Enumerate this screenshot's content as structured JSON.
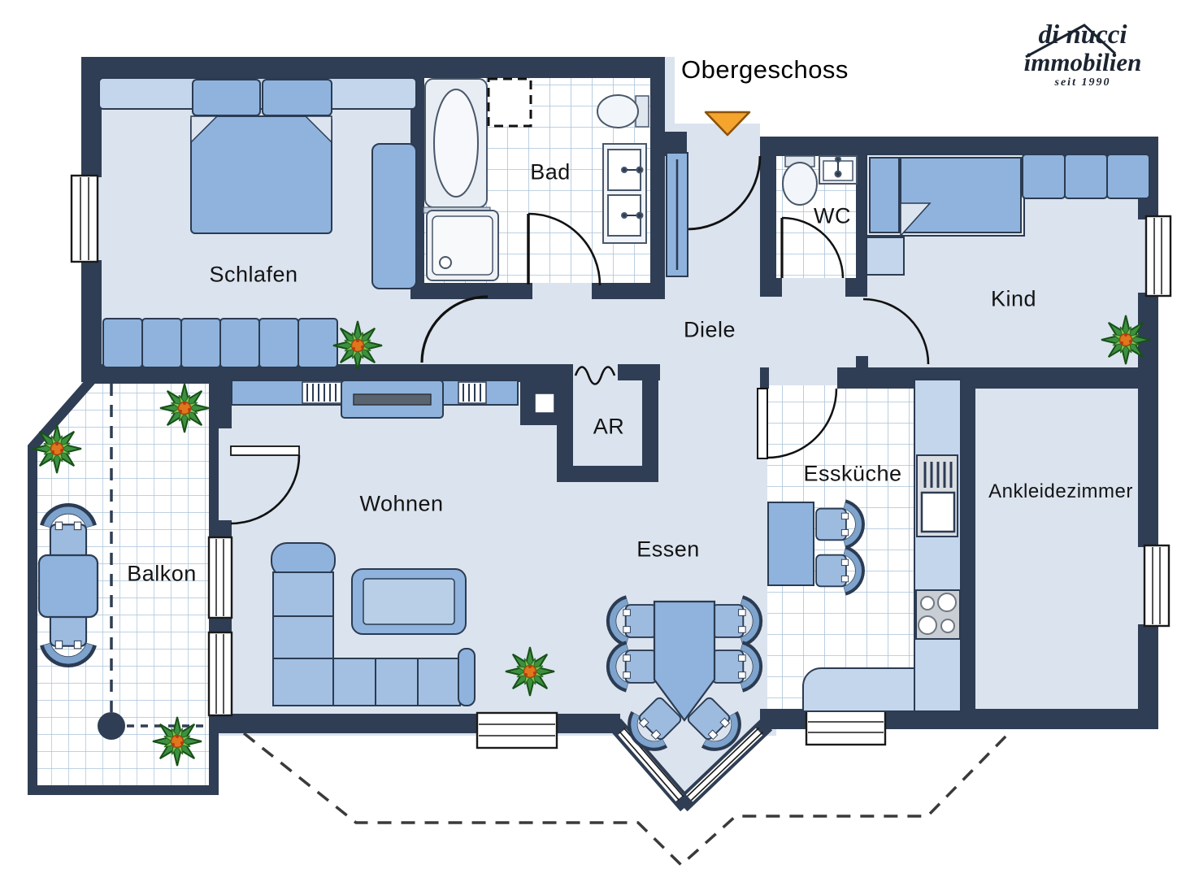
{
  "header": {
    "title": "Obergeschoss"
  },
  "logo": {
    "line1": "di nucci",
    "line2": "immobilien",
    "tagline": "seit 1990"
  },
  "rooms": [
    {
      "id": "schlafen",
      "label": "Schlafen"
    },
    {
      "id": "bad",
      "label": "Bad"
    },
    {
      "id": "wc",
      "label": "WC"
    },
    {
      "id": "kind",
      "label": "Kind"
    },
    {
      "id": "diele",
      "label": "Diele"
    },
    {
      "id": "ar",
      "label": "AR"
    },
    {
      "id": "wohnen",
      "label": "Wohnen"
    },
    {
      "id": "essen",
      "label": "Essen"
    },
    {
      "id": "esskueche",
      "label": "Essküche"
    },
    {
      "id": "ankleidezimmer",
      "label": "Ankleidezimmer"
    },
    {
      "id": "balkon",
      "label": "Balkon"
    }
  ],
  "entrance": {
    "marker": "orange-arrow",
    "direction": "down"
  },
  "icons": [
    "double-bed",
    "single-bed",
    "wardrobe",
    "bathtub",
    "shower",
    "toilet",
    "sink",
    "sink-vanity",
    "sofa",
    "coffee-table",
    "tv-sideboard",
    "radiator",
    "dining-table",
    "chair",
    "kitchen-table",
    "kitchen-counter",
    "oven",
    "cooktop",
    "balcony-table",
    "plant",
    "skylight",
    "chimney",
    "curtain",
    "window",
    "door-swing",
    "roof-overhang-dashed",
    "column"
  ],
  "colors": {
    "wall": "#2f3e54",
    "floor": "#dbe3ee",
    "tile_line": "#a9c3d8",
    "furniture": "#8fb3dc",
    "furniture_light": "#c3d6ec",
    "fixture_white": "#eef2f7",
    "tv_gray": "#5a6470",
    "entrance_arrow": "#f5a42e",
    "plant_green": "#3c9140",
    "plant_center": "#e0771c",
    "label_text": "#141414",
    "logo_text": "#1b2431",
    "roofline_dash": "#3a3a3a"
  }
}
